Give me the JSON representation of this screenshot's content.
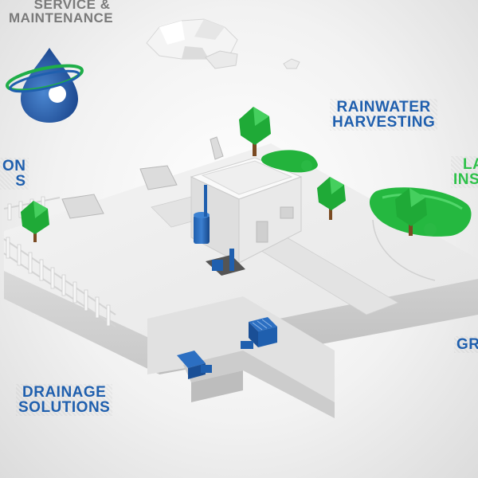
{
  "colors": {
    "blue": "#1f5fae",
    "green": "#2ec24a",
    "gray": "#7a7a7a"
  },
  "labels": {
    "service": {
      "lines": [
        "SERVICE &",
        "MAINTENANCE"
      ]
    },
    "rainwater": {
      "lines": [
        "RAINWATER",
        "HARVESTING"
      ]
    },
    "left_partial": {
      "lines": [
        "ON",
        "S"
      ]
    },
    "right_partial": {
      "lines": [
        "LA",
        "INS"
      ]
    },
    "gr_partial": {
      "lines": [
        "GR"
      ]
    },
    "drainage": {
      "lines": [
        "DRAINAGE",
        "SOLUTIONS"
      ]
    }
  },
  "icons": [
    "water-drop-logo-icon",
    "cloud-icon",
    "tree-icon",
    "house-icon",
    "water-tank-icon",
    "drain-box-icon",
    "pipe-icon",
    "fence-icon",
    "solar-panel-icon"
  ]
}
